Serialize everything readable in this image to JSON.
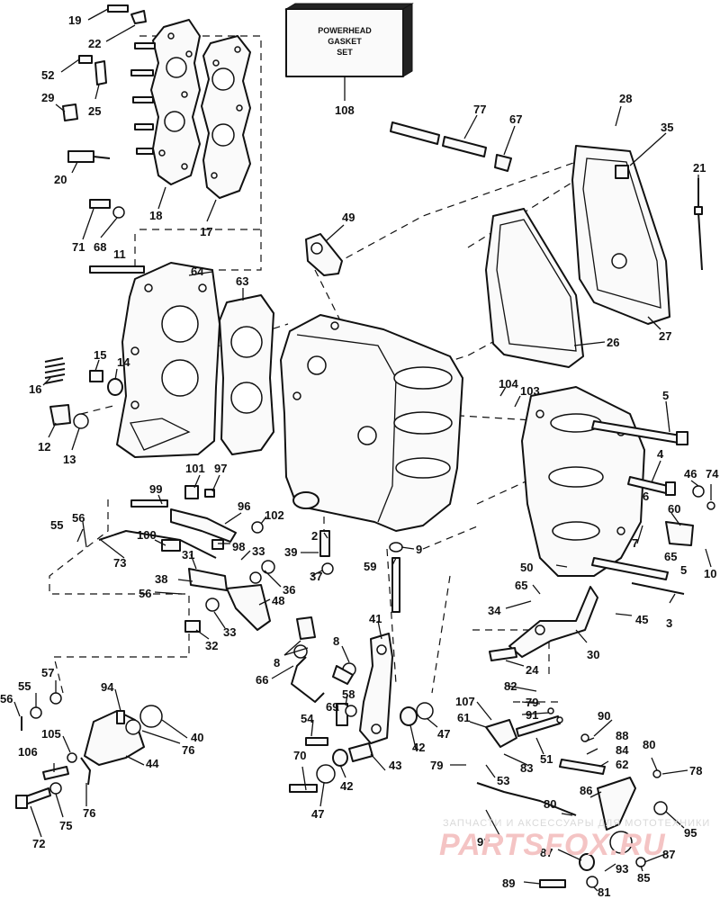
{
  "gasket_set": {
    "line1": "POWERHEAD",
    "line2": "GASKET",
    "line3": "SET",
    "number": "108"
  },
  "watermark": {
    "caption": "ЗАПЧАСТИ И АКСЕССУАРЫ ДЛЯ МОТОТЕХНИКИ",
    "brand": "PARTSFOX.RU"
  },
  "callouts": [
    {
      "id": "19",
      "label": "19"
    },
    {
      "id": "22",
      "label": "22"
    },
    {
      "id": "52",
      "label": "52"
    },
    {
      "id": "29",
      "label": "29"
    },
    {
      "id": "25",
      "label": "25"
    },
    {
      "id": "20",
      "label": "20"
    },
    {
      "id": "18",
      "label": "18"
    },
    {
      "id": "17",
      "label": "17"
    },
    {
      "id": "71",
      "label": "71"
    },
    {
      "id": "68",
      "label": "68"
    },
    {
      "id": "11",
      "label": "11"
    },
    {
      "id": "64",
      "label": "64"
    },
    {
      "id": "63",
      "label": "63"
    },
    {
      "id": "16",
      "label": "16"
    },
    {
      "id": "15",
      "label": "15"
    },
    {
      "id": "14",
      "label": "14"
    },
    {
      "id": "12",
      "label": "12"
    },
    {
      "id": "13",
      "label": "13"
    },
    {
      "id": "49",
      "label": "49"
    },
    {
      "id": "77",
      "label": "77"
    },
    {
      "id": "67",
      "label": "67"
    },
    {
      "id": "28",
      "label": "28"
    },
    {
      "id": "35",
      "label": "35"
    },
    {
      "id": "21",
      "label": "21"
    },
    {
      "id": "26",
      "label": "26"
    },
    {
      "id": "27",
      "label": "27"
    },
    {
      "id": "104",
      "label": "104"
    },
    {
      "id": "103",
      "label": "103"
    },
    {
      "id": "5a",
      "label": "5"
    },
    {
      "id": "4",
      "label": "4"
    },
    {
      "id": "46",
      "label": "46"
    },
    {
      "id": "74",
      "label": "74"
    },
    {
      "id": "6",
      "label": "6"
    },
    {
      "id": "60",
      "label": "60"
    },
    {
      "id": "7",
      "label": "7"
    },
    {
      "id": "65a",
      "label": "65"
    },
    {
      "id": "10",
      "label": "10"
    },
    {
      "id": "50",
      "label": "50"
    },
    {
      "id": "5b",
      "label": "5"
    },
    {
      "id": "65b",
      "label": "65"
    },
    {
      "id": "3",
      "label": "3"
    },
    {
      "id": "34",
      "label": "34"
    },
    {
      "id": "45",
      "label": "45"
    },
    {
      "id": "30",
      "label": "30"
    },
    {
      "id": "24",
      "label": "24"
    },
    {
      "id": "101",
      "label": "101"
    },
    {
      "id": "97",
      "label": "97"
    },
    {
      "id": "99",
      "label": "99"
    },
    {
      "id": "96",
      "label": "96"
    },
    {
      "id": "102",
      "label": "102"
    },
    {
      "id": "55a",
      "label": "55"
    },
    {
      "id": "56a",
      "label": "56"
    },
    {
      "id": "100",
      "label": "100"
    },
    {
      "id": "98",
      "label": "98"
    },
    {
      "id": "73",
      "label": "73"
    },
    {
      "id": "31",
      "label": "31"
    },
    {
      "id": "33a",
      "label": "33"
    },
    {
      "id": "2",
      "label": "2"
    },
    {
      "id": "39",
      "label": "39"
    },
    {
      "id": "9",
      "label": "9"
    },
    {
      "id": "37",
      "label": "37"
    },
    {
      "id": "38",
      "label": "38"
    },
    {
      "id": "36",
      "label": "36"
    },
    {
      "id": "56b",
      "label": "56"
    },
    {
      "id": "48",
      "label": "48"
    },
    {
      "id": "59",
      "label": "59"
    },
    {
      "id": "32",
      "label": "32"
    },
    {
      "id": "33b",
      "label": "33"
    },
    {
      "id": "41",
      "label": "41"
    },
    {
      "id": "8a",
      "label": "8"
    },
    {
      "id": "8b",
      "label": "8"
    },
    {
      "id": "66",
      "label": "66"
    },
    {
      "id": "82",
      "label": "82"
    },
    {
      "id": "79a",
      "label": "79"
    },
    {
      "id": "107",
      "label": "107"
    },
    {
      "id": "91",
      "label": "91"
    },
    {
      "id": "61",
      "label": "61"
    },
    {
      "id": "90",
      "label": "90"
    },
    {
      "id": "55b",
      "label": "55"
    },
    {
      "id": "57",
      "label": "57"
    },
    {
      "id": "94",
      "label": "94"
    },
    {
      "id": "56c",
      "label": "56"
    },
    {
      "id": "40",
      "label": "40"
    },
    {
      "id": "105",
      "label": "105"
    },
    {
      "id": "76a",
      "label": "76"
    },
    {
      "id": "106",
      "label": "106"
    },
    {
      "id": "44",
      "label": "44"
    },
    {
      "id": "76b",
      "label": "76"
    },
    {
      "id": "72",
      "label": "72"
    },
    {
      "id": "75",
      "label": "75"
    },
    {
      "id": "69",
      "label": "69"
    },
    {
      "id": "58",
      "label": "58"
    },
    {
      "id": "54",
      "label": "54"
    },
    {
      "id": "70",
      "label": "70"
    },
    {
      "id": "42a",
      "label": "42"
    },
    {
      "id": "47a",
      "label": "47"
    },
    {
      "id": "43",
      "label": "43"
    },
    {
      "id": "42b",
      "label": "42"
    },
    {
      "id": "47b",
      "label": "47"
    },
    {
      "id": "51",
      "label": "51"
    },
    {
      "id": "88",
      "label": "88"
    },
    {
      "id": "84",
      "label": "84"
    },
    {
      "id": "80a",
      "label": "80"
    },
    {
      "id": "62",
      "label": "62"
    },
    {
      "id": "78",
      "label": "78"
    },
    {
      "id": "79b",
      "label": "79"
    },
    {
      "id": "83",
      "label": "83"
    },
    {
      "id": "53",
      "label": "53"
    },
    {
      "id": "86",
      "label": "86"
    },
    {
      "id": "80b",
      "label": "80"
    },
    {
      "id": "92",
      "label": "92"
    },
    {
      "id": "95",
      "label": "95"
    },
    {
      "id": "87a",
      "label": "87"
    },
    {
      "id": "87b",
      "label": "87"
    },
    {
      "id": "85",
      "label": "85"
    },
    {
      "id": "93",
      "label": "93"
    },
    {
      "id": "89",
      "label": "89"
    },
    {
      "id": "81",
      "label": "81"
    }
  ]
}
